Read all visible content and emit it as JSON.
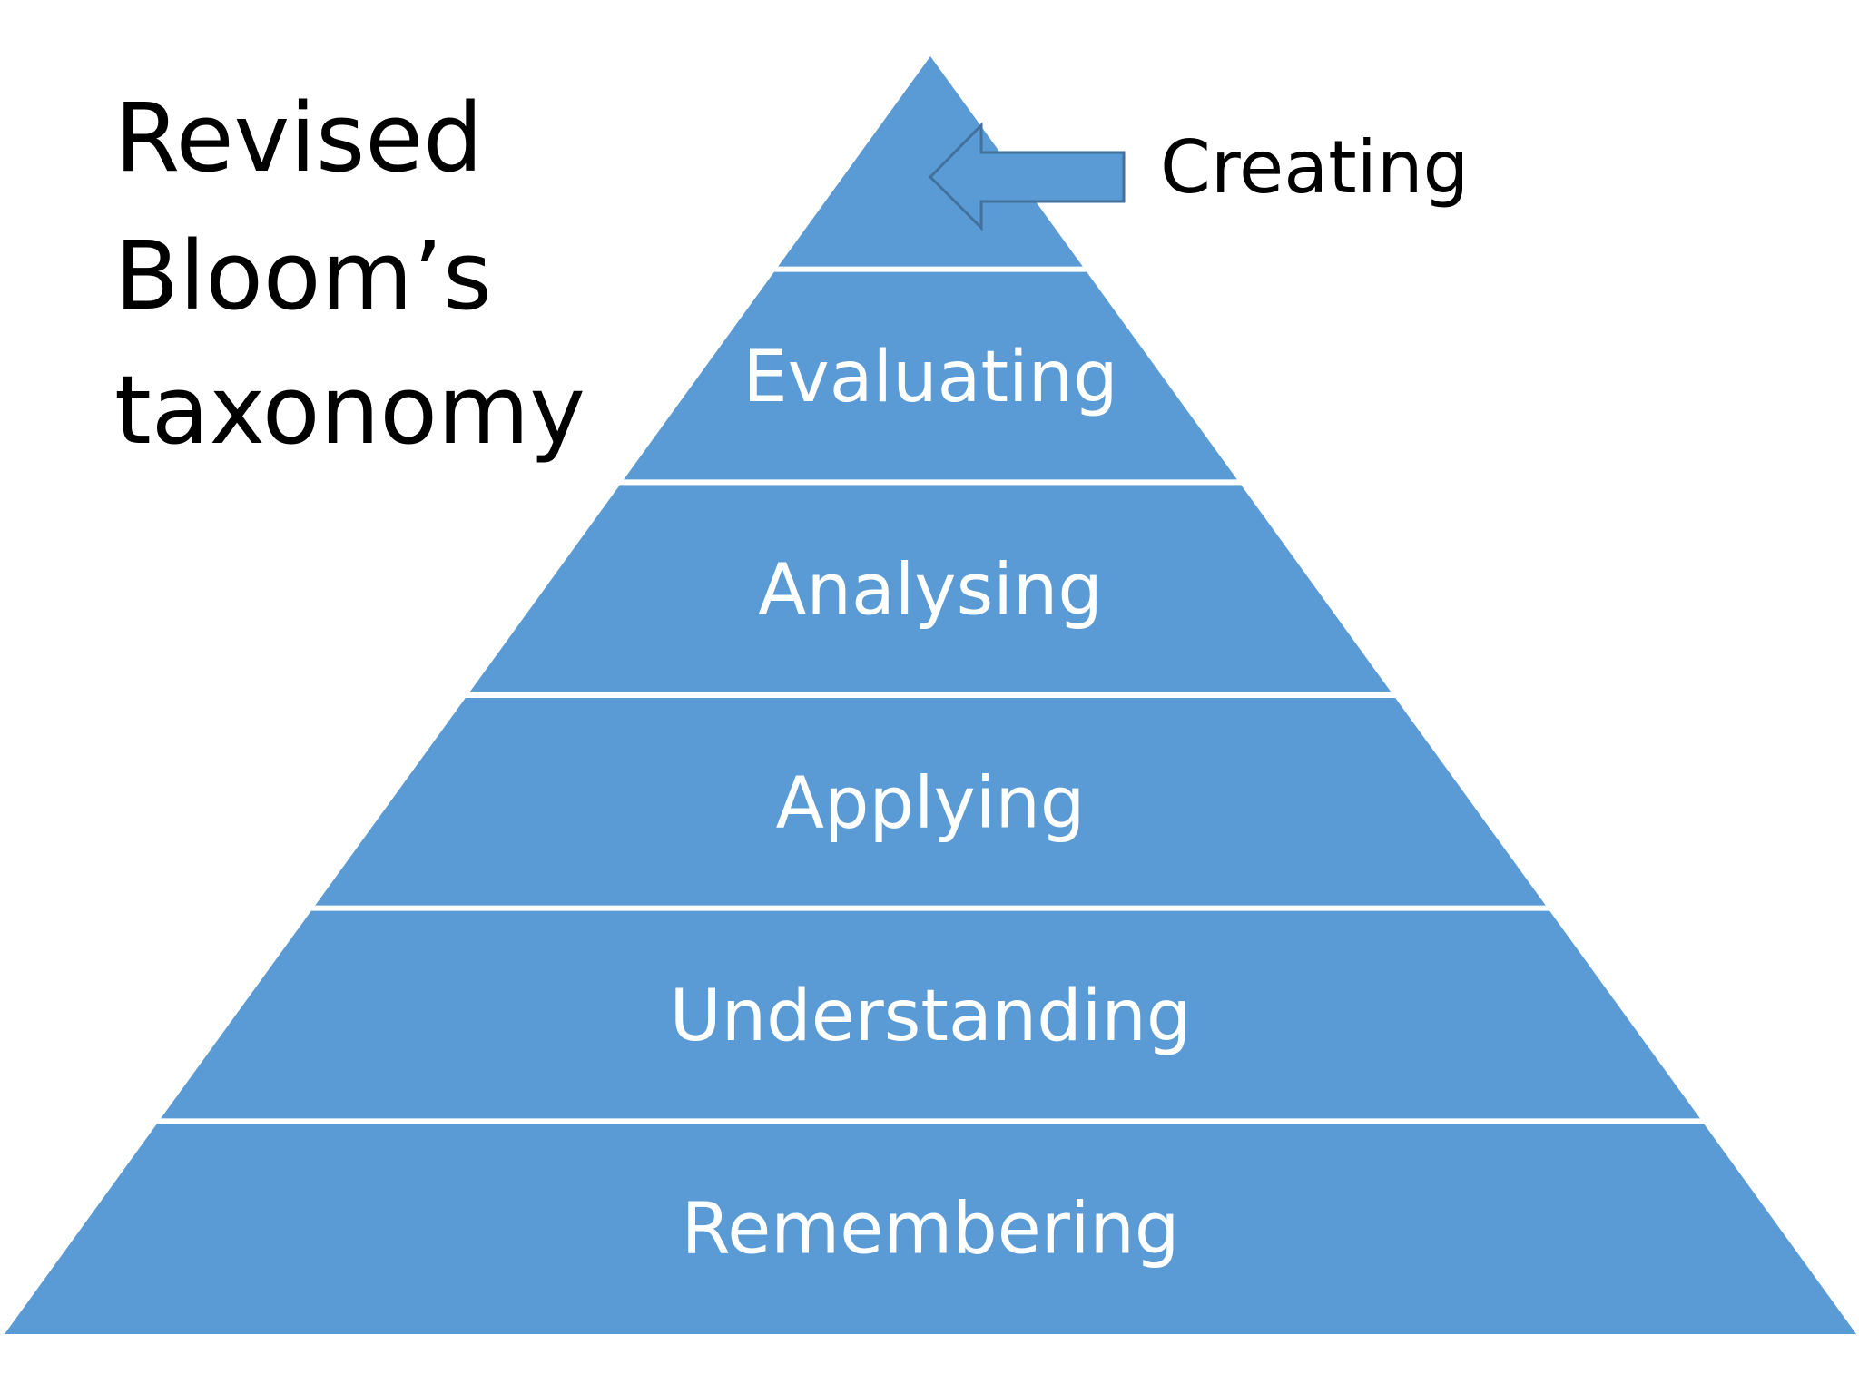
{
  "title": {
    "lines": [
      "Revised",
      "Bloom’s",
      "taxonomy"
    ]
  },
  "pyramid": {
    "fill_color": "#5B9BD5",
    "separator_color": "#ffffff",
    "levels": [
      {
        "label": "Creating",
        "labelled_by_arrow": true
      },
      {
        "label": "Evaluating"
      },
      {
        "label": "Analysing"
      },
      {
        "label": "Applying"
      },
      {
        "label": "Understanding"
      },
      {
        "label": "Remembering"
      }
    ]
  },
  "arrow": {
    "icon": "left-arrow-icon",
    "fill_color": "#5B9BD5",
    "stroke_color": "#41719C"
  }
}
